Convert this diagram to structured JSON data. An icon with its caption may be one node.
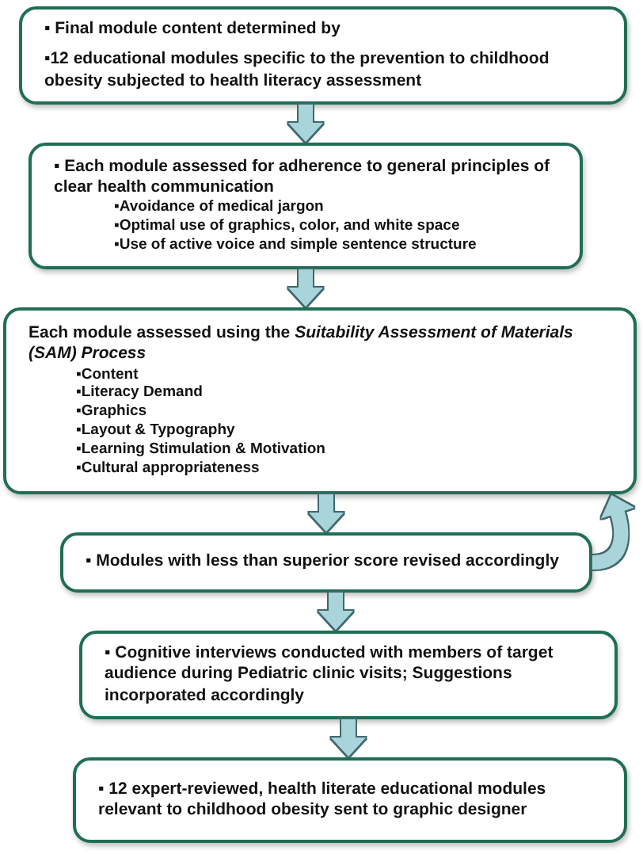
{
  "diagram": {
    "nodes": [
      {
        "text": [
          "▪ Final module content determined by",
          "▪12 educational modules specific to the prevention to childhood obesity subjected to health literacy assessment"
        ]
      },
      {
        "text": [
          "▪ Each module assessed for adherence to general principles of clear health communication",
          "▪Avoidance of medical jargon",
          "▪Optimal use of graphics, color, and white space",
          "▪Use of active voice and simple sentence structure"
        ]
      },
      {
        "text": [
          "Each module assessed using the *Suitability Assessment of Materials (SAM) Process*",
          "▪Content",
          "▪Literacy Demand",
          "▪Graphics",
          "▪Layout & Typography",
          "▪Learning Stimulation & Motivation",
          "▪Cultural appropriateness"
        ]
      },
      {
        "text": [
          "▪ Modules with less than superior score revised accordingly"
        ]
      },
      {
        "text": [
          "▪ Cognitive interviews conducted with members of target audience during Pediatric clinic visits; Suggestions incorporated accordingly"
        ]
      },
      {
        "text": [
          "▪ 12 expert-reviewed, health literate educational modules relevant to childhood obesity sent to graphic designer"
        ]
      }
    ],
    "edges": [
      {
        "from": 0,
        "to": 1,
        "arrow": "to"
      },
      {
        "from": 1,
        "to": 2,
        "arrow": "to"
      },
      {
        "from": 2,
        "to": 3,
        "arrow": "to"
      },
      {
        "from": 3,
        "to": 4,
        "arrow": "to"
      },
      {
        "from": 4,
        "to": 5,
        "arrow": "to"
      },
      {
        "from": 3,
        "to": 2,
        "arrow": "to"
      }
    ]
  }
}
